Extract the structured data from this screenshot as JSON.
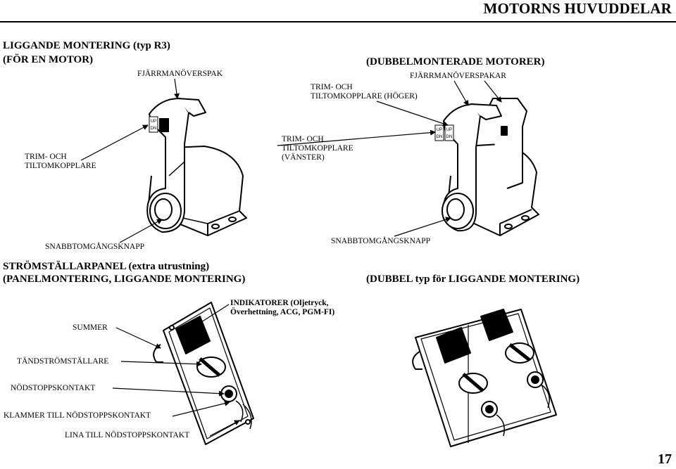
{
  "header": {
    "title": "MOTORNS HUVUDDELAR"
  },
  "section_single": {
    "title_line1": "LIGGANDE MONTERING (typ R3)",
    "title_line2": "(FÖR EN MOTOR)",
    "remote_lever": "FJÄRRMANÖVERSPAK",
    "trim_switch_line1": "TRIM- OCH",
    "trim_switch_line2": "TILTOMKOPPLARE",
    "fast_idle": "SNABBTOMGÅNGSKNAPP"
  },
  "section_dual": {
    "title": "(DUBBELMONTERADE MOTORER)",
    "remote_levers": "FJÄRRMANÖVERSPAKAR",
    "trim_right_line1": "TRIM- OCH",
    "trim_right_line2": "TILTOMKOPPLARE (HÖGER)",
    "trim_left_line1": "TRIM- OCH",
    "trim_left_line2": "TILTOMKOPPLARE",
    "trim_left_line3": "(VÄNSTER)",
    "fast_idle": "SNABBTOMGÅNGSKNAPP"
  },
  "switch_labels": {
    "up": "UP",
    "dn": "DN"
  },
  "panel_section": {
    "title_line1": "STRÖMSTÄLLARPANEL (extra utrustning)",
    "title_line2": "(PANELMONTERING, LIGGANDE MONTERING)",
    "dual_title": "(DUBBEL typ för LIGGANDE MONTERING)",
    "indicators_line1": "INDIKATORER (Oljetryck,",
    "indicators_line2": "Överhettning, ACG, PGM-FI)",
    "buzzer": "SUMMER",
    "ignition": "TÄNDSTRÖMSTÄLLARE",
    "emergency_stop": "NÖDSTOPPSKONTAKT",
    "stop_clip": "KLAMMER TILL NÖDSTOPPSKONTAKT",
    "stop_lanyard": "LINA TILL NÖDSTOPPSKONTAKT"
  },
  "page_number": "17"
}
